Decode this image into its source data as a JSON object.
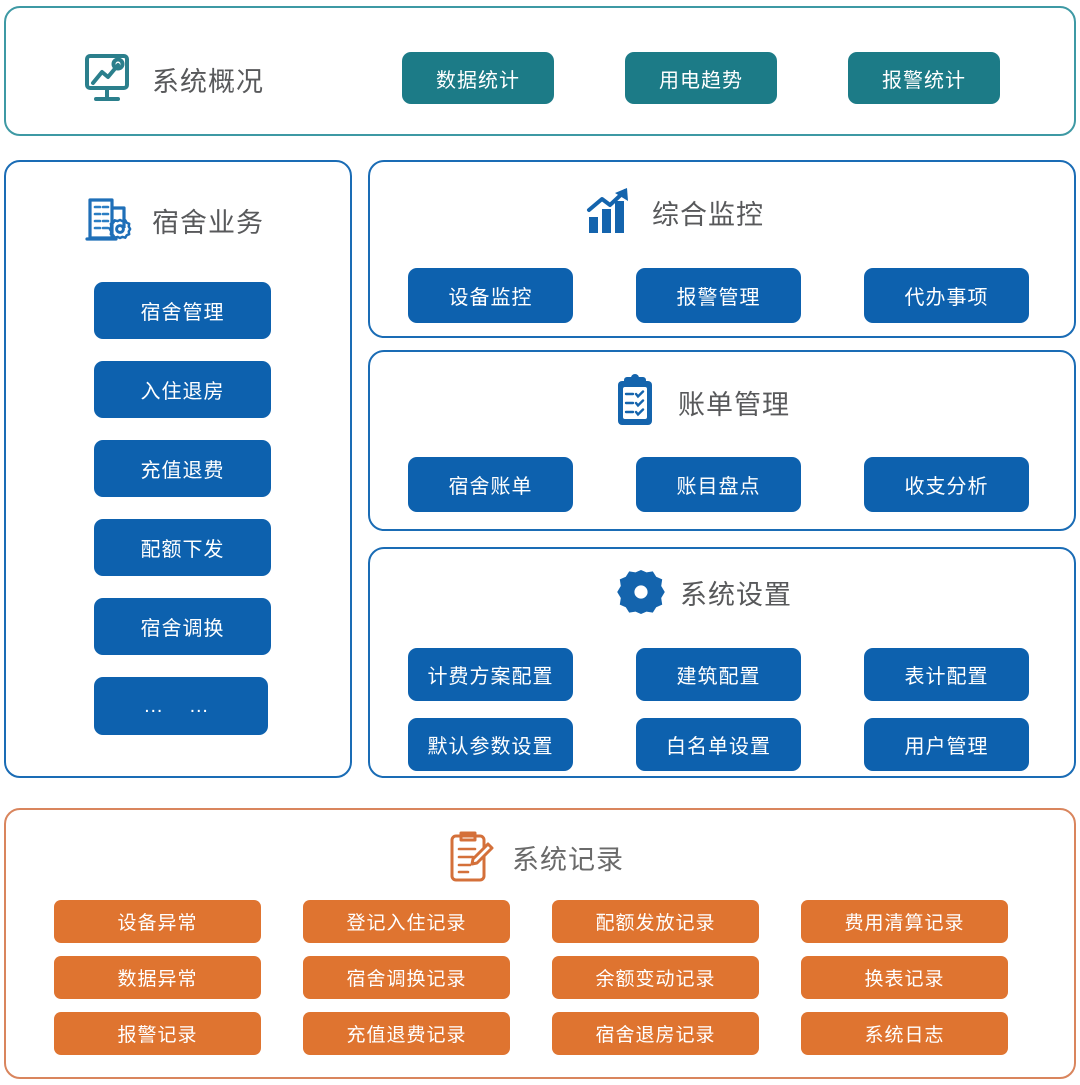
{
  "colors": {
    "teal": "#1c7b87",
    "teal_border": "#3e99a4",
    "blue": "#0d61ae",
    "blue_border": "#1a6cb5",
    "orange": "#df7430",
    "orange_border": "#d9855d",
    "title_text": "#58595b"
  },
  "overview": {
    "title": "系统概况",
    "icon": "monitor-trend-icon",
    "buttons": [
      {
        "label": "数据统计"
      },
      {
        "label": "用电趋势"
      },
      {
        "label": "报警统计"
      }
    ]
  },
  "dorm": {
    "title": "宿舍业务",
    "icon": "building-gear-icon",
    "buttons": [
      {
        "label": "宿舍管理"
      },
      {
        "label": "入住退房"
      },
      {
        "label": "充值退费"
      },
      {
        "label": "配额下发"
      },
      {
        "label": "宿舍调换"
      },
      {
        "label": "…  …"
      }
    ]
  },
  "monitor": {
    "title": "综合监控",
    "icon": "bar-chart-arrow-icon",
    "buttons": [
      {
        "label": "设备监控"
      },
      {
        "label": "报警管理"
      },
      {
        "label": "代办事项"
      }
    ]
  },
  "bill": {
    "title": "账单管理",
    "icon": "clipboard-check-icon",
    "buttons": [
      {
        "label": "宿舍账单"
      },
      {
        "label": "账目盘点"
      },
      {
        "label": "收支分析"
      }
    ]
  },
  "settings": {
    "title": "系统设置",
    "icon": "gear-icon",
    "buttons": [
      {
        "label": "计费方案配置"
      },
      {
        "label": "建筑配置"
      },
      {
        "label": "表计配置"
      },
      {
        "label": "默认参数设置"
      },
      {
        "label": "白名单设置"
      },
      {
        "label": "用户管理"
      }
    ]
  },
  "records": {
    "title": "系统记录",
    "icon": "clipboard-pen-icon",
    "buttons": [
      {
        "label": "设备异常"
      },
      {
        "label": "登记入住记录"
      },
      {
        "label": "配额发放记录"
      },
      {
        "label": "费用清算记录"
      },
      {
        "label": "数据异常"
      },
      {
        "label": "宿舍调换记录"
      },
      {
        "label": "余额变动记录"
      },
      {
        "label": "换表记录"
      },
      {
        "label": "报警记录"
      },
      {
        "label": "充值退费记录"
      },
      {
        "label": "宿舍退房记录"
      },
      {
        "label": "系统日志"
      }
    ]
  }
}
